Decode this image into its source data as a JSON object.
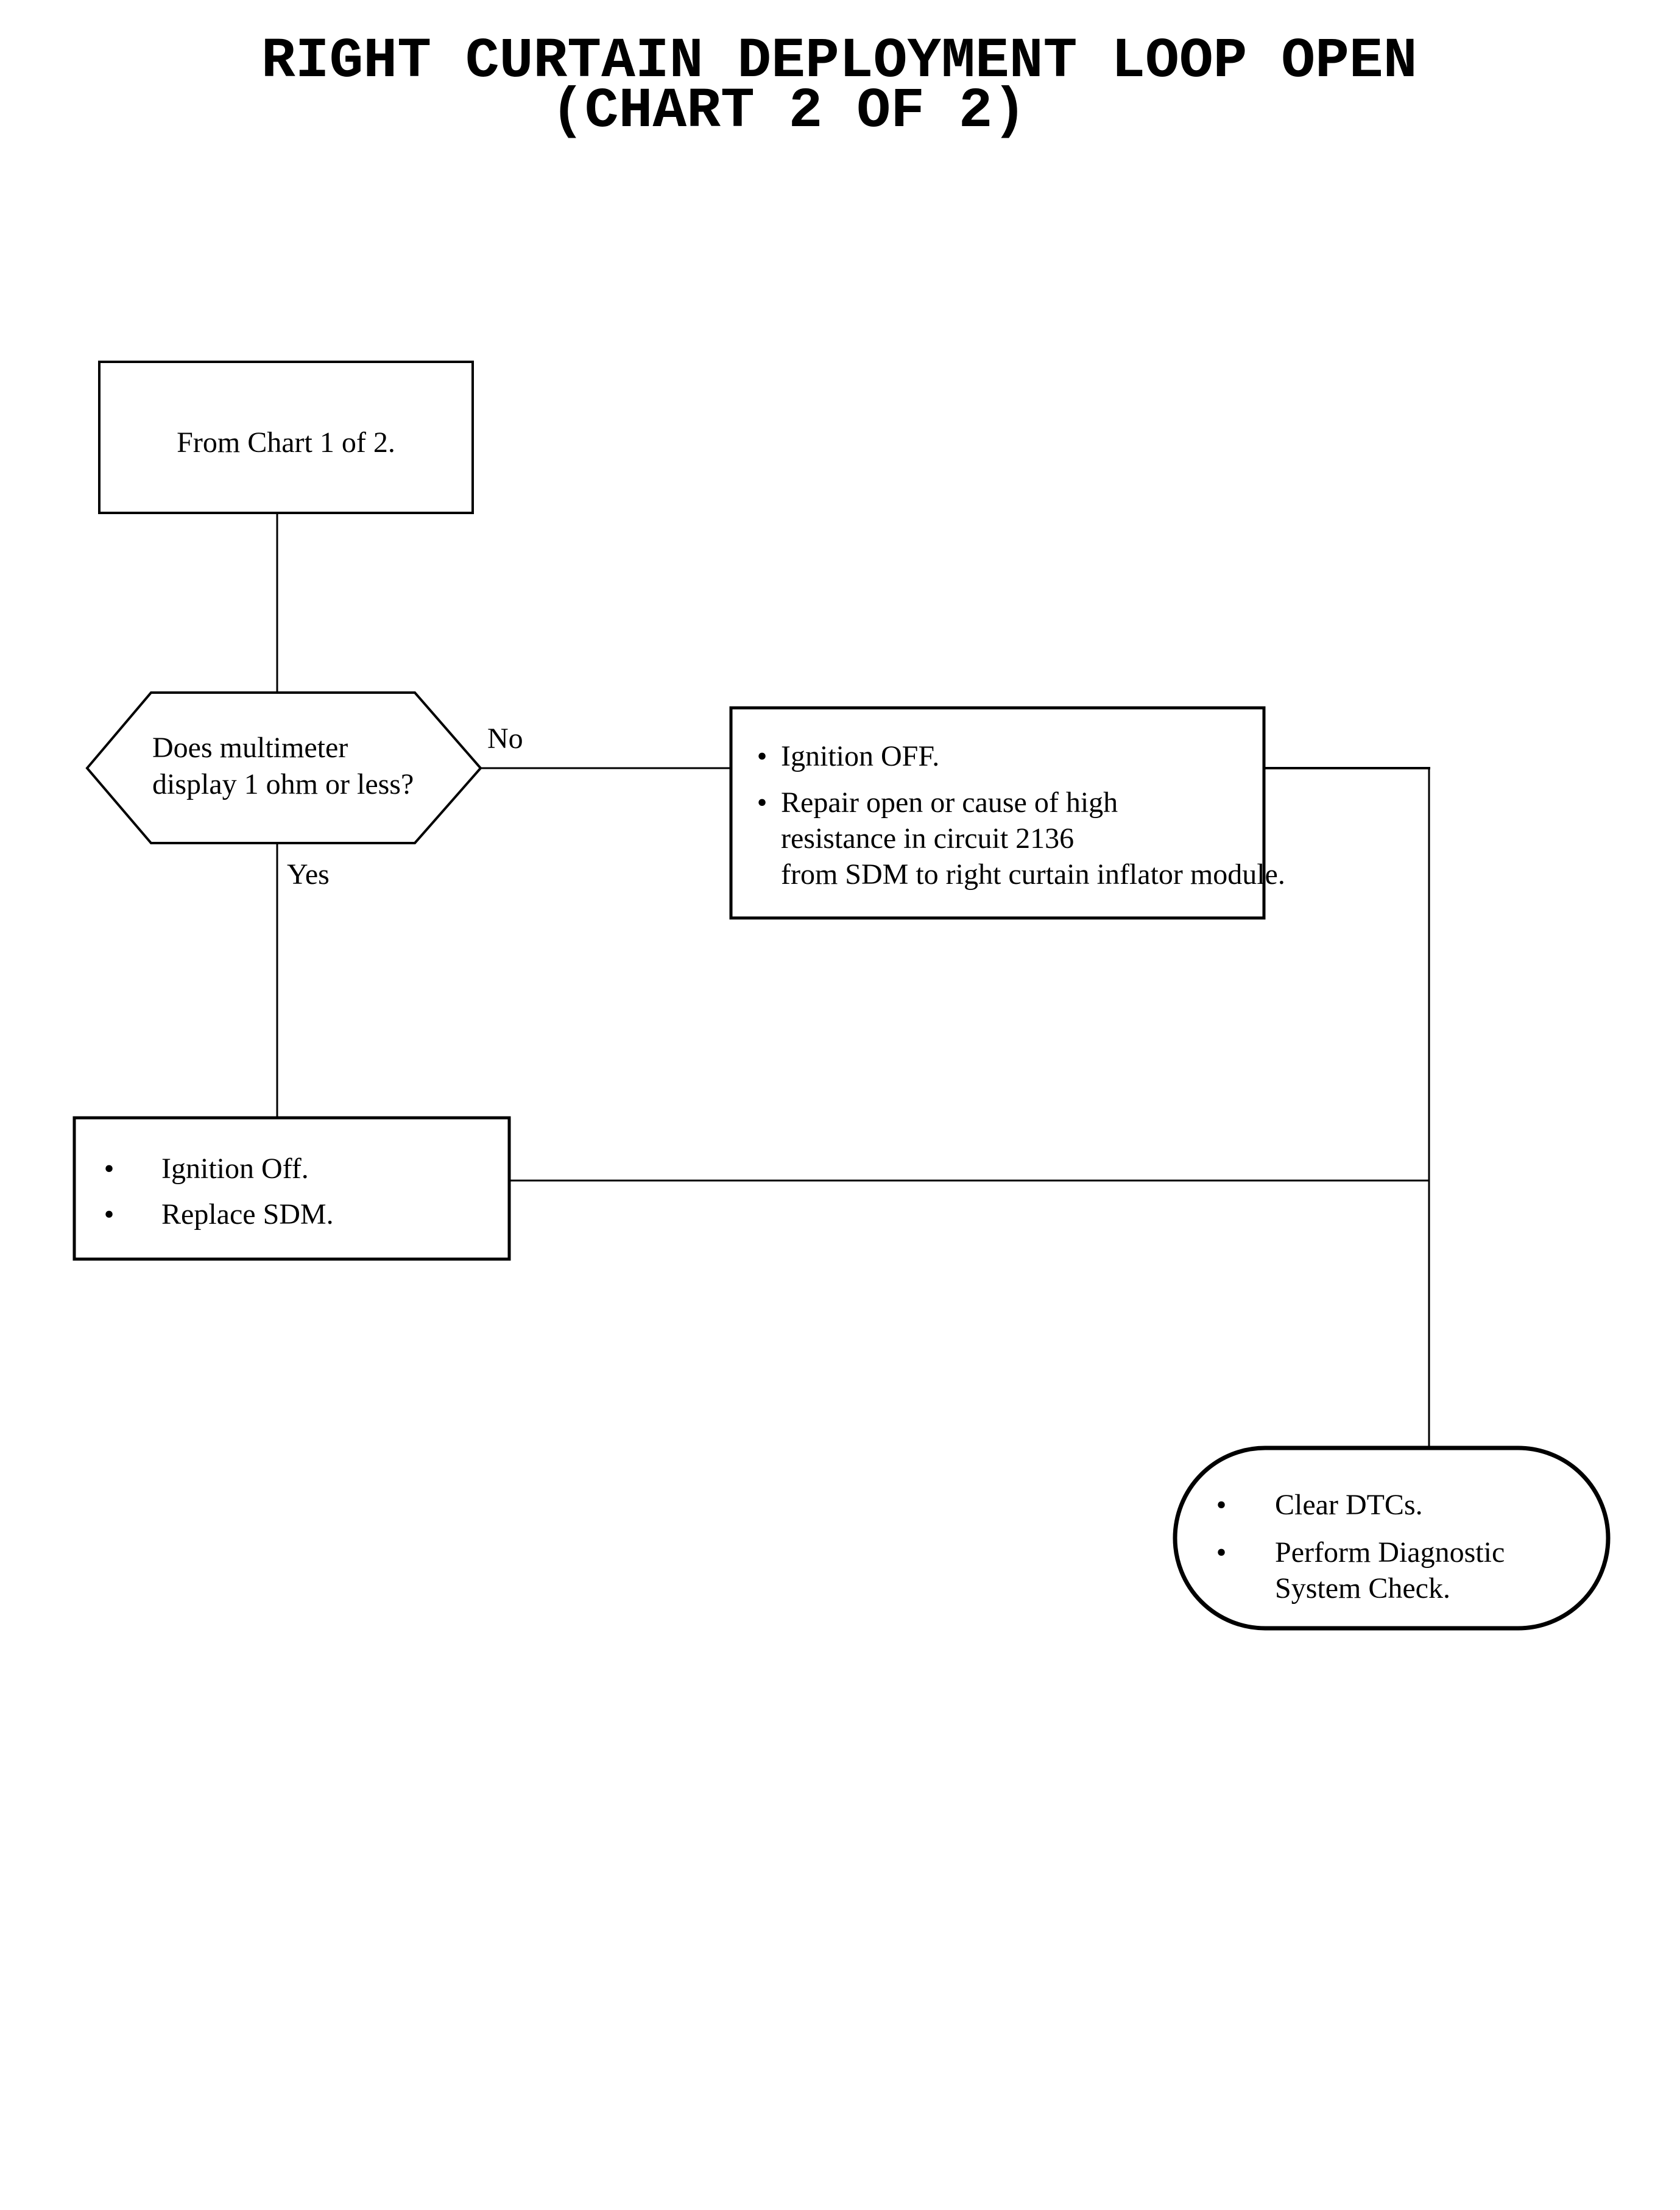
{
  "page": {
    "background": "#ffffff",
    "ink": "#000000"
  },
  "title": {
    "line1": "RIGHT CURTAIN DEPLOYMENT LOOP OPEN",
    "line2": "(CHART 2 OF 2)"
  },
  "flowchart": {
    "start_box": {
      "text": "From Chart 1 of 2."
    },
    "decision": {
      "line1": "Does multimeter",
      "line2": "display 1 ohm or less?"
    },
    "no_label": "No",
    "yes_label": "Yes",
    "no_action_box": {
      "item1_line1": "Ignition OFF.",
      "item2_line1": "Repair open or cause of high",
      "item2_line2": "resistance in circuit 2136",
      "item2_line3": "from SDM to right curtain inflator module."
    },
    "yes_action_box": {
      "item1_line1": "Ignition Off.",
      "item2_line1": "Replace SDM."
    },
    "terminal_box": {
      "item1_line1": "Clear DTCs.",
      "item2_line1": "Perform Diagnostic",
      "item2_line2": "System Check."
    }
  },
  "icons": {
    "bullet": "•"
  }
}
